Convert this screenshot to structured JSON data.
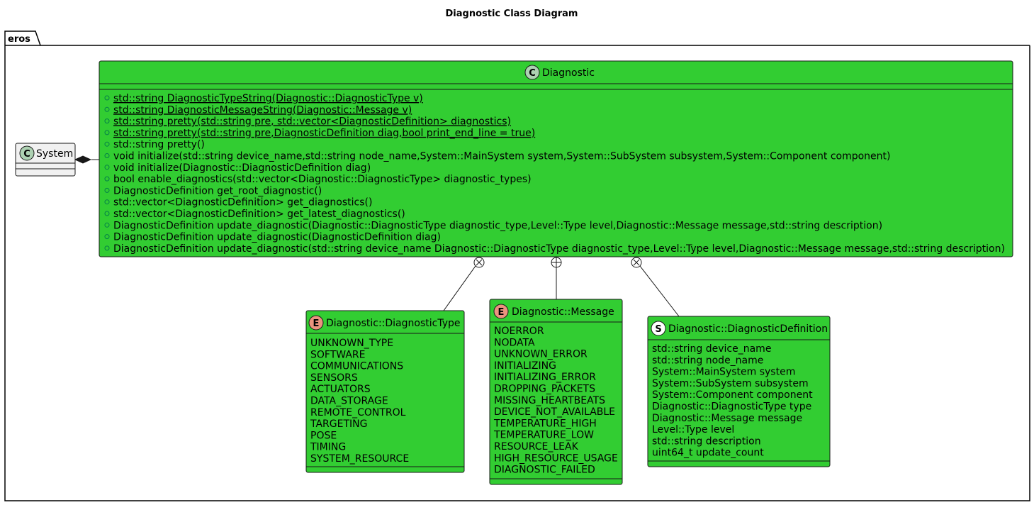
{
  "diagram": {
    "title": "Diagnostic Class Diagram",
    "package": {
      "name": "eros"
    },
    "colors": {
      "class_fill": "#32CD32",
      "class_border": "#181818",
      "plain_fill": "#F1F1F1",
      "class_badge": "#ADD1B2",
      "enum_badge": "#EB937F",
      "struct_badge": "#FFFFFF"
    },
    "classes": {
      "system": {
        "name": "System",
        "stereotype": "C"
      },
      "diagnostic": {
        "name": "Diagnostic",
        "stereotype": "C",
        "methods": [
          {
            "visibility": "+",
            "static": true,
            "text": "std::string DiagnosticTypeString(Diagnostic::DiagnosticType v)"
          },
          {
            "visibility": "+",
            "static": true,
            "text": "std::string DiagnosticMessageString(Diagnostic::Message v)"
          },
          {
            "visibility": "+",
            "static": true,
            "text": "std::string pretty(std::string pre, std::vector<DiagnosticDefinition> diagnostics)"
          },
          {
            "visibility": "+",
            "static": true,
            "text": "std::string pretty(std::string pre,DiagnosticDefinition diag,bool print_end_line = true)"
          },
          {
            "visibility": "+",
            "static": false,
            "text": "std::string pretty()"
          },
          {
            "visibility": "+",
            "static": false,
            "text": "void initialize(std::string device_name,std::string node_name,System::MainSystem system,System::SubSystem subsystem,System::Component component)"
          },
          {
            "visibility": "+",
            "static": false,
            "text": "void initialize(Diagnostic::DiagnosticDefinition diag)"
          },
          {
            "visibility": "+",
            "static": false,
            "text": "bool enable_diagnostics(std::vector<Diagnostic::DiagnosticType> diagnostic_types)"
          },
          {
            "visibility": "+",
            "static": false,
            "text": "DiagnosticDefinition get_root_diagnostic()"
          },
          {
            "visibility": "+",
            "static": false,
            "text": "std::vector<DiagnosticDefinition> get_diagnostics()"
          },
          {
            "visibility": "+",
            "static": false,
            "text": "std::vector<DiagnosticDefinition> get_latest_diagnostics()"
          },
          {
            "visibility": "+",
            "static": false,
            "text": "DiagnosticDefinition update_diagnostic(Diagnostic::DiagnosticType diagnostic_type,Level::Type level,Diagnostic::Message message,std::string description)"
          },
          {
            "visibility": "+",
            "static": false,
            "text": "DiagnosticDefinition update_diagnostic(DiagnosticDefinition diag)"
          },
          {
            "visibility": "+",
            "static": false,
            "text": "DiagnosticDefinition update_diagnostic(std::string device_name Diagnostic::DiagnosticType diagnostic_type,Level::Type level,Diagnostic::Message message,std::string description)"
          }
        ]
      },
      "diagnostic_type": {
        "name": "Diagnostic::DiagnosticType",
        "stereotype": "E",
        "values": [
          "UNKNOWN_TYPE",
          "SOFTWARE",
          "COMMUNICATIONS",
          "SENSORS",
          "ACTUATORS",
          "DATA_STORAGE",
          "REMOTE_CONTROL",
          "TARGETING",
          "POSE",
          "TIMING",
          "SYSTEM_RESOURCE"
        ]
      },
      "message": {
        "name": "Diagnostic::Message",
        "stereotype": "E",
        "values": [
          "NOERROR",
          "NODATA",
          "UNKNOWN_ERROR",
          "INITIALIZING",
          "INITIALIZING_ERROR",
          "DROPPING_PACKETS",
          "MISSING_HEARTBEATS",
          "DEVICE_NOT_AVAILABLE",
          "TEMPERATURE_HIGH",
          "TEMPERATURE_LOW",
          "RESOURCE_LEAK",
          "HIGH_RESOURCE_USAGE",
          "DIAGNOSTIC_FAILED"
        ]
      },
      "diagnostic_definition": {
        "name": "Diagnostic::DiagnosticDefinition",
        "stereotype": "S",
        "fields": [
          "std::string device_name",
          "std::string node_name",
          "System::MainSystem system",
          "System::SubSystem subsystem",
          "System::Component component",
          "Diagnostic::DiagnosticType type",
          "Diagnostic::Message message",
          "Level::Type level",
          "std::string description",
          "uint64_t update_count"
        ]
      }
    }
  }
}
